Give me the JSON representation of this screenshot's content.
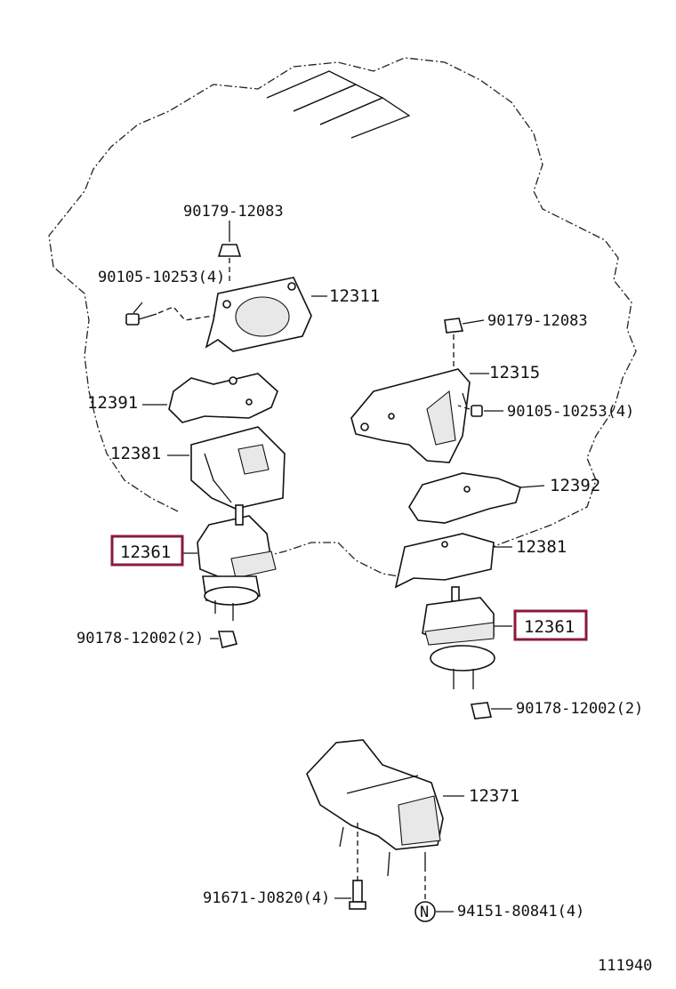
{
  "diagram_id": "111940",
  "colors": {
    "highlight": "#8b1a3a",
    "ink": "#111111"
  },
  "labels": {
    "p90179_top": "90179-12083",
    "p90105_left": "90105-10253(4)",
    "p12311": "12311",
    "p90179_right": "90179-12083",
    "p12315": "12315",
    "p90105_right": "90105-10253(4)",
    "p12391": "12391",
    "p12381_left": "12381",
    "p12392": "12392",
    "p12381_right": "12381",
    "p12361_left": "12361",
    "p12361_right": "12361",
    "p90178_left": "90178-12002(2)",
    "p90178_right": "90178-12002(2)",
    "p12371": "12371",
    "p91671": "91671-J0820(4)",
    "p94151": "94151-80841(4)",
    "n_symbol": "N"
  }
}
